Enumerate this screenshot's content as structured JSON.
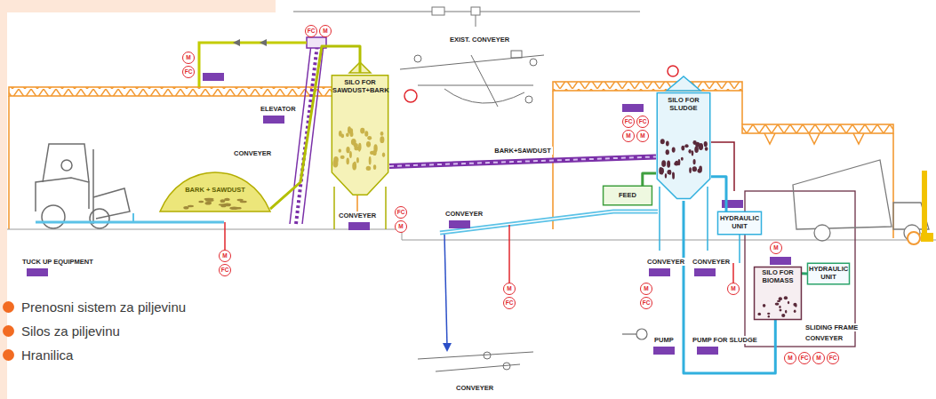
{
  "diagram": {
    "nodes": [
      {
        "text": [
          "BARK + SAWDUST"
        ]
      },
      {
        "text": [
          "SILO FOR SAWDUST+BARK"
        ]
      },
      {
        "text": [
          "FEED"
        ]
      },
      {
        "text": [
          "SILO FOR SLUDGE"
        ]
      },
      {
        "text": [
          "HYDRAULIC UNIT"
        ]
      },
      {
        "text": [
          "SILO FOR BIOMASS"
        ]
      },
      {
        "text": [
          "HYDRAULIC UNIT"
        ]
      }
    ],
    "edges": [
      {
        "from": 0,
        "to": 1,
        "arrow": "none"
      },
      {
        "from": 1,
        "to": 3,
        "label": "BARK+SAWDUST",
        "arrow": "none"
      },
      {
        "from": 2,
        "to": 3,
        "arrow": "none"
      },
      {
        "from": 4,
        "to": 3,
        "arrow": "none"
      },
      {
        "from": 3,
        "to": 5,
        "arrow": "none"
      },
      {
        "from": 6,
        "to": 5,
        "arrow": "none"
      }
    ],
    "labels": [
      "TUCK UP EQUIPMENT",
      "CONVEYER",
      "ELEVATOR",
      "CONVEYER",
      "EXIST. CONVEYER",
      "CONVEYER",
      "CONVEYER",
      "CONVEYER",
      "CONVEYER",
      "PUMP",
      "PUMP FOR SLUDGE",
      "SLIDING FRAME",
      "CONVEYER",
      "M",
      "FC",
      "M",
      "FC",
      "FC",
      "M",
      "FC",
      "M",
      "FC",
      "M",
      "FC",
      "M",
      "M",
      "FC",
      "M",
      "FC",
      "M",
      "M",
      "M",
      "FC",
      "M",
      "FC"
    ],
    "legend": [
      {
        "text": "Prenosni sistem za piljevinu",
        "color": "#f26b22"
      },
      {
        "text": "Silos za piljevinu",
        "color": "#f26b22"
      },
      {
        "text": "Hranilica",
        "color": "#f26b22"
      }
    ]
  }
}
